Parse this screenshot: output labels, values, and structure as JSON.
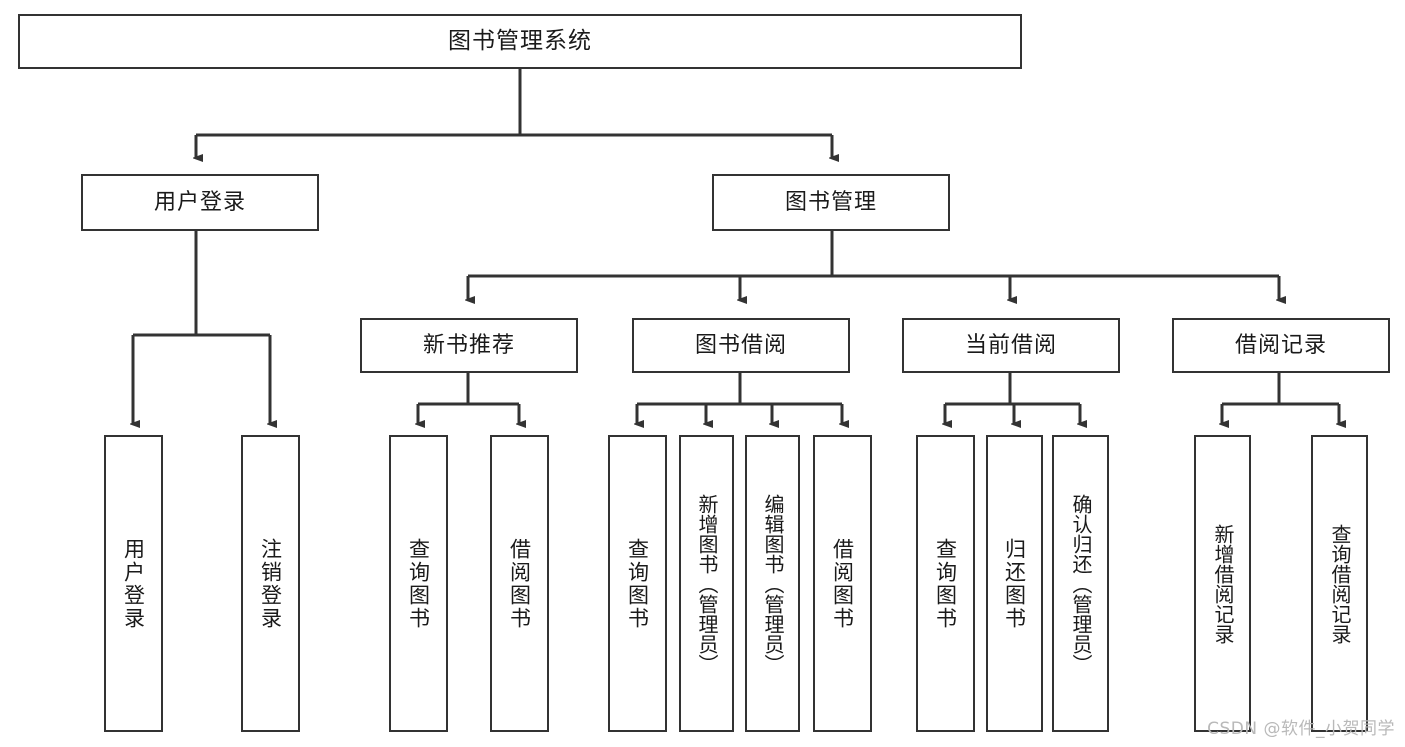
{
  "diagram": {
    "title": "图书管理系统",
    "type": "tree",
    "root": {
      "id": "root",
      "label": "图书管理系统",
      "orientation": "horizontal"
    },
    "level2": [
      {
        "id": "user-login",
        "label": "用户登录",
        "orientation": "horizontal"
      },
      {
        "id": "book-manage",
        "label": "图书管理",
        "orientation": "horizontal"
      }
    ],
    "level3": [
      {
        "id": "new-book-rec",
        "label": "新书推荐",
        "parent": "book-manage",
        "orientation": "horizontal"
      },
      {
        "id": "book-borrow",
        "label": "图书借阅",
        "parent": "book-manage",
        "orientation": "horizontal"
      },
      {
        "id": "current-borrow",
        "label": "当前借阅",
        "parent": "book-manage",
        "orientation": "horizontal"
      },
      {
        "id": "borrow-record",
        "label": "借阅记录",
        "parent": "book-manage",
        "orientation": "horizontal"
      }
    ],
    "leaves": [
      {
        "id": "leaf-user-login",
        "label": "用户登录",
        "parent": "user-login",
        "orientation": "vertical"
      },
      {
        "id": "leaf-user-logout",
        "label": "注销登录",
        "parent": "user-login",
        "orientation": "vertical"
      },
      {
        "id": "leaf-query-book-1",
        "label": "查询图书",
        "parent": "new-book-rec",
        "orientation": "vertical"
      },
      {
        "id": "leaf-borrow-book-1",
        "label": "借阅图书",
        "parent": "new-book-rec",
        "orientation": "vertical"
      },
      {
        "id": "leaf-query-book-2",
        "label": "查询图书",
        "parent": "book-borrow",
        "orientation": "vertical"
      },
      {
        "id": "leaf-add-book",
        "label": "新增图书（管理员）",
        "parent": "book-borrow",
        "orientation": "vertical"
      },
      {
        "id": "leaf-edit-book",
        "label": "编辑图书（管理员）",
        "parent": "book-borrow",
        "orientation": "vertical"
      },
      {
        "id": "leaf-borrow-book-2",
        "label": "借阅图书",
        "parent": "book-borrow",
        "orientation": "vertical"
      },
      {
        "id": "leaf-query-book-3",
        "label": "查询图书",
        "parent": "current-borrow",
        "orientation": "vertical"
      },
      {
        "id": "leaf-return-book",
        "label": "归还图书",
        "parent": "current-borrow",
        "orientation": "vertical"
      },
      {
        "id": "leaf-confirm-return",
        "label": "确认归还（管理员）",
        "parent": "current-borrow",
        "orientation": "vertical"
      },
      {
        "id": "leaf-add-record",
        "label": "新增借阅记录",
        "parent": "borrow-record",
        "orientation": "vertical"
      },
      {
        "id": "leaf-query-record",
        "label": "查询借阅记录",
        "parent": "borrow-record",
        "orientation": "vertical"
      }
    ],
    "colors": {
      "background": "#ffffff",
      "box_border": "#333333",
      "box_fill": "#ffffff",
      "text": "#1a1a1a",
      "connector": "#333333",
      "watermark": "#b9b9b9"
    }
  },
  "watermark": {
    "text": "CSDN @软件_小贺同学"
  }
}
